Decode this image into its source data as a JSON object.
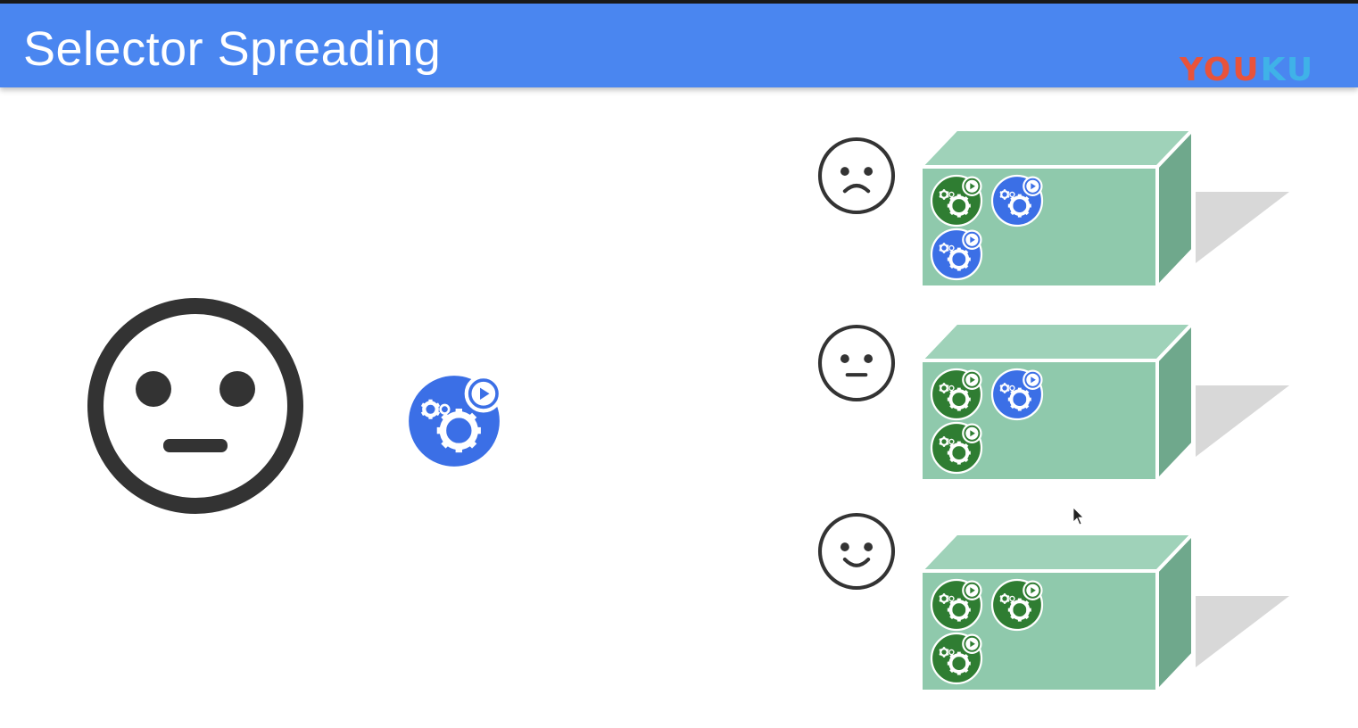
{
  "slide": {
    "title": "Selector Spreading"
  },
  "watermark": {
    "part1": "YOU",
    "part2": "KU"
  },
  "colors": {
    "header": "#4a86f0",
    "pod_blue": "#3b6fe6",
    "pod_green": "#2f7d32",
    "node_front": "#8fc9ac",
    "node_top": "#9fd2b9",
    "node_side": "#6fa88c"
  },
  "diagram": {
    "scheduler_mood": "neutral",
    "incoming_pod": "blue",
    "nodes": [
      {
        "mood": "sad",
        "pods": [
          "green",
          "blue",
          "blue"
        ]
      },
      {
        "mood": "neutral",
        "pods": [
          "green",
          "blue",
          "green"
        ]
      },
      {
        "mood": "happy",
        "pods": [
          "green",
          "green",
          "green"
        ]
      }
    ]
  }
}
